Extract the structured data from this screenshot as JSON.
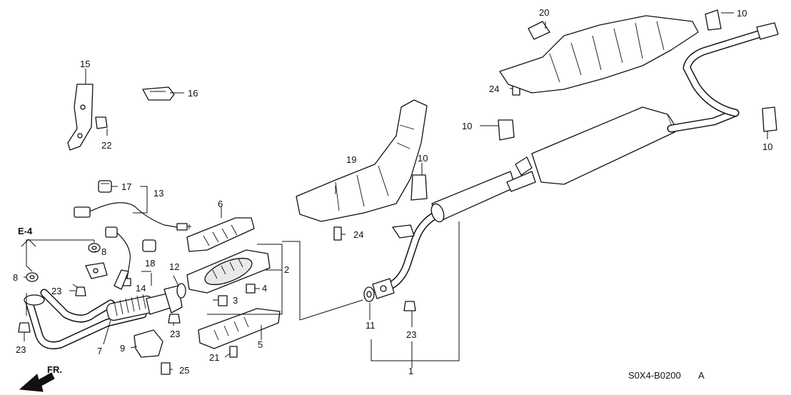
{
  "diagram": {
    "title": "Exhaust system parts diagram",
    "ref_code": "S0X4-B0200",
    "ref_suffix": "A",
    "section_ref": "E-4",
    "direction_label": "FR."
  },
  "callouts": {
    "c1": "1",
    "c2": "2",
    "c3": "3",
    "c4": "4",
    "c5": "5",
    "c6": "6",
    "c7": "7",
    "c8a": "8",
    "c8b": "8",
    "c9": "9",
    "c10a": "10",
    "c10b": "10",
    "c10c": "10",
    "c10d": "10",
    "c11": "11",
    "c12": "12",
    "c13": "13",
    "c14": "14",
    "c15": "15",
    "c16": "16",
    "c17": "17",
    "c18": "18",
    "c19": "19",
    "c20": "20",
    "c21": "21",
    "c22": "22",
    "c23a": "23",
    "c23b": "23",
    "c23c": "23",
    "c23d": "23",
    "c24a": "24",
    "c24b": "24",
    "c25": "25"
  },
  "colors": {
    "line": "#111111",
    "background": "#ffffff",
    "shade": "#e9e9e9"
  }
}
